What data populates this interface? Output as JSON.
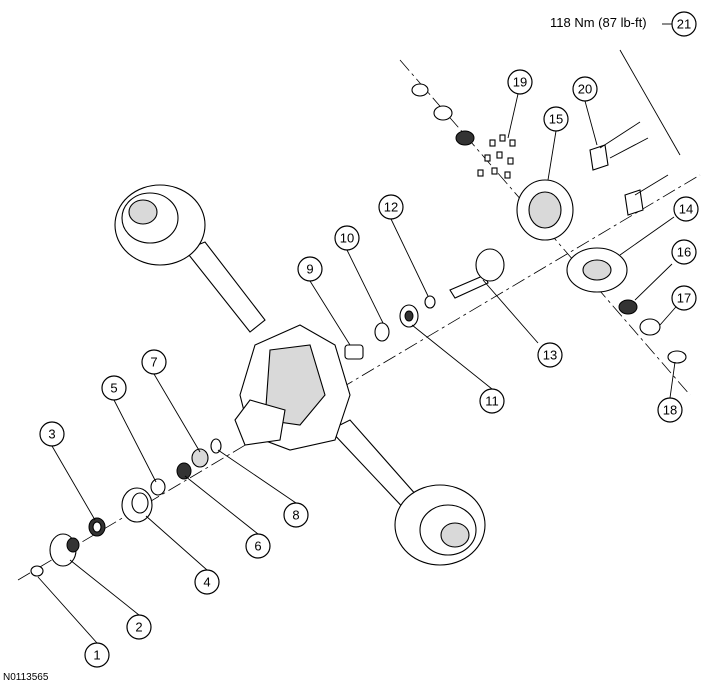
{
  "figure_id": "N0113565",
  "torque_spec": "118 Nm (87 lb-ft)",
  "callouts": [
    {
      "n": "1"
    },
    {
      "n": "2"
    },
    {
      "n": "3"
    },
    {
      "n": "4"
    },
    {
      "n": "5"
    },
    {
      "n": "6"
    },
    {
      "n": "7"
    },
    {
      "n": "8"
    },
    {
      "n": "9"
    },
    {
      "n": "10"
    },
    {
      "n": "11"
    },
    {
      "n": "12"
    },
    {
      "n": "13"
    },
    {
      "n": "14"
    },
    {
      "n": "15"
    },
    {
      "n": "16"
    },
    {
      "n": "17"
    },
    {
      "n": "18"
    },
    {
      "n": "19"
    },
    {
      "n": "20"
    },
    {
      "n": "21"
    }
  ]
}
